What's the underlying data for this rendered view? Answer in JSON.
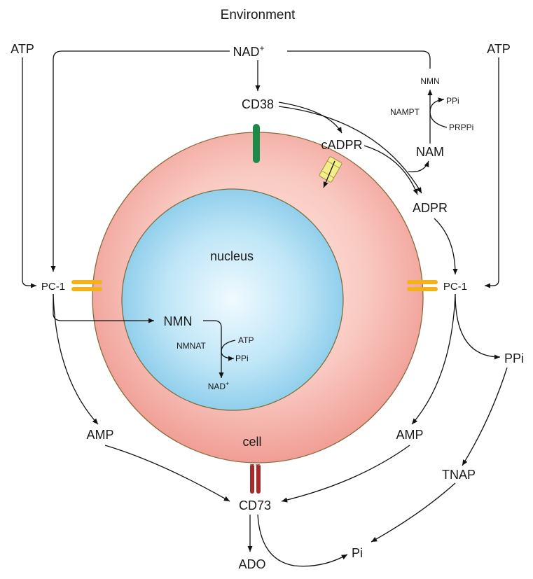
{
  "title": "Environment",
  "cell": {
    "nucleus_label": "nucleus",
    "cell_label": "cell"
  },
  "nodes": {
    "nad_top": "NAD",
    "nad_sup": "+",
    "atp_left": "ATP",
    "atp_right": "ATP",
    "cd38": "CD38",
    "cadpr": "cADPR",
    "adpr": "ADPR",
    "nam": "NAM",
    "nmn_top": "NMN",
    "nampt": "NAMPT",
    "ppi_small": "PPi",
    "prppi": "PRPPi",
    "pc1_left": "PC-1",
    "pc1_right": "PC-1",
    "nmn_nucleus": "NMN",
    "nmnat": "NMNAT",
    "atp_nucleus": "ATP",
    "ppi_nucleus": "PPi",
    "nad_nucleus": "NAD",
    "nad_nucleus_sup": "+",
    "amp_left": "AMP",
    "amp_right": "AMP",
    "ppi_right": "PPi",
    "tnap": "TNAP",
    "cd73": "CD73",
    "ado": "ADO",
    "pi": "Pi"
  },
  "colors": {
    "cell_fill_center": "#fde9e6",
    "cell_fill_edge": "#f2a7a0",
    "cell_stroke": "#8a6a3a",
    "nucleus_fill_center": "#eaf7fd",
    "nucleus_fill_edge": "#8fcde9",
    "nucleus_stroke": "#7a7040",
    "cd38_receptor": "#1e8a4a",
    "pc1_receptor": "#f2b21c",
    "cd73_receptor": "#a52a2a",
    "channel": "#f3ee8a"
  }
}
